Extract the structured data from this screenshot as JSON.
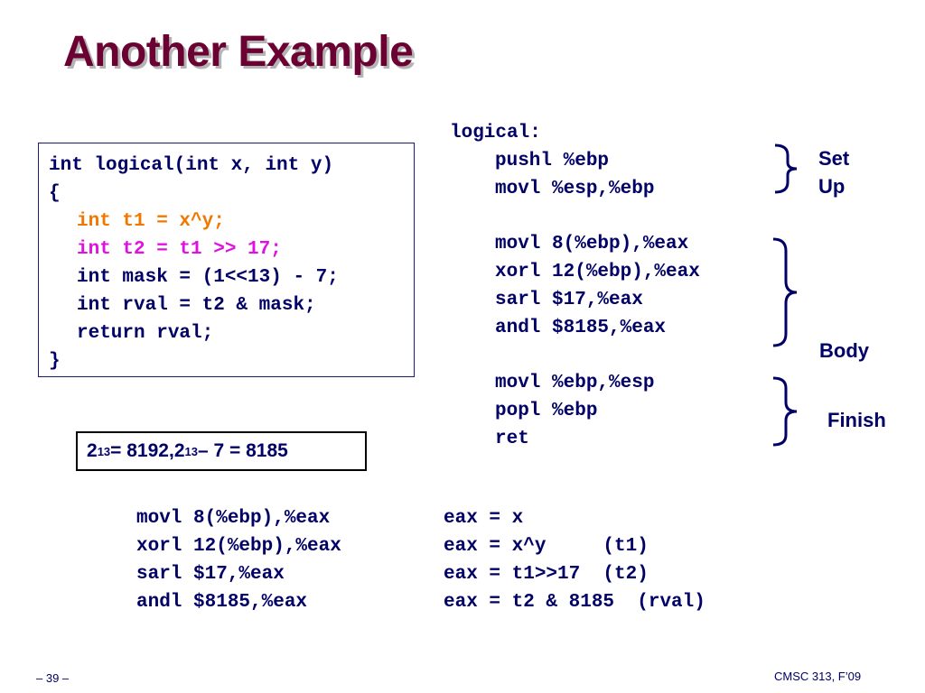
{
  "slide": {
    "title": "Another Example",
    "c_code": {
      "line1": "int logical(int x, int y)",
      "line2": "{",
      "line3": "int t1 = x^y;",
      "line4": "int t2 = t1 >> 17;",
      "line5": "int mask = (1<<13) - 7;",
      "line6": "int rval = t2 & mask;",
      "line7": "return rval;",
      "line8": "}"
    },
    "formula": {
      "base1": "2",
      "exp1": "13",
      "part1": " = 8192, ",
      "base2": "2",
      "exp2": "13",
      "part2": " – 7 = 8185"
    },
    "assembly": {
      "label": "logical:",
      "setup1": "pushl %ebp",
      "setup2": "movl %esp,%ebp",
      "body1": "movl 8(%ebp),%eax",
      "body2": "xorl 12(%ebp),%eax",
      "body3": "sarl $17,%eax",
      "body4": "andl $8185,%eax",
      "finish1": "movl %ebp,%esp",
      "finish2": "popl %ebp",
      "finish3": "ret"
    },
    "sections": {
      "setup_line1": "Set",
      "setup_line2": "Up",
      "body": "Body",
      "finish": "Finish"
    },
    "explain": {
      "instr1": "movl 8(%ebp),%eax",
      "instr2": "xorl 12(%ebp),%eax",
      "instr3": "sarl $17,%eax",
      "instr4": "andl $8185,%eax",
      "effect1": "eax = x",
      "effect2": "eax = x^y     (t1)",
      "effect3": "eax = t1>>17  (t2)",
      "effect4": "eax = t2 & 8185  (rval)"
    },
    "footer": {
      "page": "– 39 –",
      "course": "CMSC 313, F’09"
    },
    "colors": {
      "title": "#6b0032",
      "text": "#000066",
      "highlight1": "#f07800",
      "highlight2": "#e010e0"
    }
  }
}
